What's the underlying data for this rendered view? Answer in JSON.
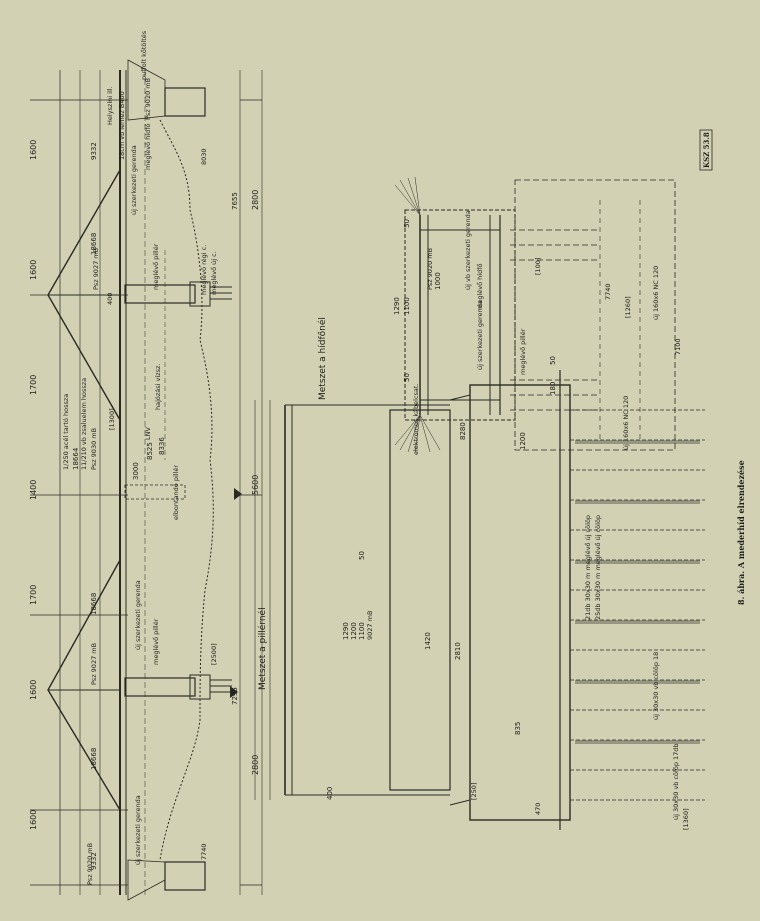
{
  "figure": {
    "caption": "8. ábra. A mederhíd elrendezése",
    "stamp": "KSZ 53.8"
  },
  "elevation": {
    "spans": [
      "1600",
      "1600",
      "1700",
      "1400",
      "1700",
      "1600",
      "1600"
    ],
    "totals": [
      "2800",
      "5600",
      "2800"
    ],
    "pier_heights": [
      "7295",
      "7655"
    ],
    "dims_a": [
      "9332",
      "9332"
    ],
    "dims_b": [
      "18668",
      "18668",
      "18668",
      "18664"
    ],
    "dims_c": [
      "8525",
      "8336",
      "3000"
    ],
    "labels": {
      "helyszini": "Helyszíni ill.",
      "psz_left": "Psz 9020 mB",
      "psz_right": "Psz 9020 mB",
      "psz_pier_a": "Psz 9027 mB",
      "psz_pier_b": "Psz 9027 mB",
      "psz_mid": "Psz 9030 mB",
      "tartó": "1/250 acél tartó hossza",
      "zsalu": "11/210 vb zsaluelem hossza",
      "lnv": "LNV",
      "hajozasi": "hajózási vízsz.",
      "uj_szerk_a": "új szerkezeti gerenda",
      "uj_szerk_b": "új szerkezeti gerenda",
      "uj_szerk_c": "új szerkezeti gerenda",
      "meglevo_piller_a": "meglévő pillér",
      "meglevo_piller_b": "meglévő pillér",
      "meglevo_hidfo": "meglévő hídfő",
      "elbontando": "elbontandó pillér",
      "vblemez": "18cm vb lemez B400",
      "pufferolt": "puffolt kőtöltés",
      "meglevo_reg": "meglévő régi c.",
      "meglevo_uj": "meglévő új c.",
      "d8030": "8030",
      "d400": "400",
      "d1300": "[1300]",
      "d2500": "[2500]",
      "d7740": "7740"
    }
  },
  "section_hidfo": {
    "title": "Metszet a hídfőnél",
    "labels": {
      "dim1290": "1290",
      "dim1100": "1100",
      "dim1000": "1000",
      "dim50a": "50",
      "dim50b": "50",
      "psz": "Psz 9020 mB",
      "uj_vb": "új vb szerkezeti gerenda",
      "meglevo_hidfo": "meglévő hídfő",
      "elektromos": "elektromos kábelcsat.",
      "dim7740": "7740",
      "dim7100": "7100",
      "uj_cölöp": "új 160x6 NC 120",
      "uj_cölöp_b": "új 160x6 NC 120",
      "dim1260": "[1260]",
      "dim100": "[100]"
    }
  },
  "section_piller": {
    "title": "Metszet a pillérnél",
    "labels": {
      "dim1290": "1290",
      "dim1200": "1200",
      "dim1100": "1100",
      "dim50": "50",
      "dim400": "400",
      "dim1420": "1420",
      "dim2810": "2810",
      "dim835": "835",
      "dim8280": "8280",
      "dim1200b": "1200",
      "dim180": "180",
      "dim50b": "50",
      "psz": "9027 mB",
      "uj_szerk": "új szerkezeti gerenda",
      "meglevo_piller": "meglévő pillér",
      "colop_a": "21db 30x30 m meglévő új cölöp",
      "colop_b": "25db 30x30 m meglévő új cölöp",
      "colop_c": "új 30x30 vb cölöp 17db",
      "colop_d": "új 30x30 vb cölöp 18",
      "dim1360": "[1360]",
      "dim250": "[250]",
      "dim470": "470"
    }
  }
}
